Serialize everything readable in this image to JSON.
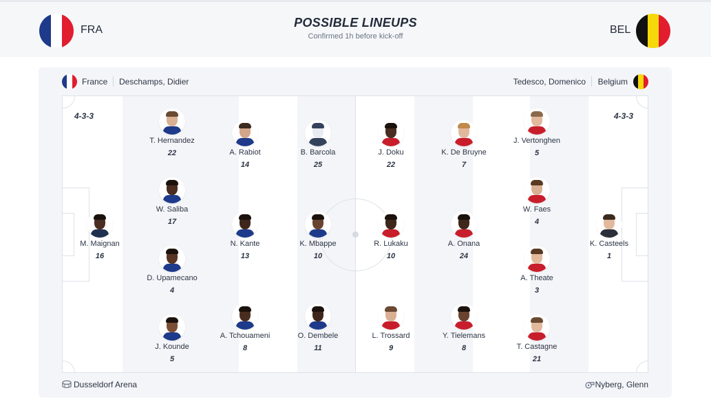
{
  "header": {
    "title": "POSSIBLE LINEUPS",
    "subtitle": "Confirmed 1h before kick-off",
    "home_code": "FRA",
    "away_code": "BEL"
  },
  "teams": {
    "home": {
      "name": "France",
      "coach": "Deschamps, Didier",
      "formation": "4-3-3",
      "flag_colors": [
        "#1e3a8a",
        "#ffffff",
        "#e11d2e"
      ]
    },
    "away": {
      "name": "Belgium",
      "coach": "Tedesco, Domenico",
      "formation": "4-3-3",
      "flag_colors": [
        "#111111",
        "#f5d90a",
        "#e11d2e"
      ]
    }
  },
  "lineup": {
    "home": [
      {
        "name": "M. Maignan",
        "number": "16",
        "skin": "#4a2d20",
        "hair": "#1b120e",
        "shirt": "#20304f"
      },
      {
        "name": "T. Hernandez",
        "number": "22",
        "skin": "#d9b094",
        "hair": "#6a4a33",
        "shirt": "#1e3a8a"
      },
      {
        "name": "W. Saliba",
        "number": "17",
        "skin": "#4a2d20",
        "hair": "#1b120e",
        "shirt": "#1e3a8a"
      },
      {
        "name": "D. Upamecano",
        "number": "4",
        "skin": "#5a3424",
        "hair": "#1b120e",
        "shirt": "#1e3a8a"
      },
      {
        "name": "J. Kounde",
        "number": "5",
        "skin": "#7a4e35",
        "hair": "#1b120e",
        "shirt": "#1e3a8a"
      },
      {
        "name": "A. Rabiot",
        "number": "14",
        "skin": "#d2a68a",
        "hair": "#3b2a1f",
        "shirt": "#1e3a8a"
      },
      {
        "name": "N. Kante",
        "number": "13",
        "skin": "#3e261b",
        "hair": "#1b120e",
        "shirt": "#1e3a8a"
      },
      {
        "name": "A. Tchouameni",
        "number": "8",
        "skin": "#4a2d20",
        "hair": "#1b120e",
        "shirt": "#1e3a8a"
      },
      {
        "name": "B. Barcola",
        "number": "25",
        "skin": "#e8ecf2",
        "hair": "#34435b",
        "shirt": "#34435b"
      },
      {
        "name": "K. Mbappe",
        "number": "10",
        "skin": "#6a4330",
        "hair": "#1b120e",
        "shirt": "#1e3a8a"
      },
      {
        "name": "O. Dembele",
        "number": "11",
        "skin": "#3e261b",
        "hair": "#1b120e",
        "shirt": "#1e3a8a"
      }
    ],
    "away": [
      {
        "name": "J. Doku",
        "number": "22",
        "skin": "#4a2d20",
        "hair": "#1b120e",
        "shirt": "#c81e2b"
      },
      {
        "name": "R. Lukaku",
        "number": "10",
        "skin": "#3e261b",
        "hair": "#1b120e",
        "shirt": "#c81e2b"
      },
      {
        "name": "L. Trossard",
        "number": "9",
        "skin": "#d9b094",
        "hair": "#6a4a33",
        "shirt": "#c81e2b"
      },
      {
        "name": "K. De Bruyne",
        "number": "7",
        "skin": "#e2b99c",
        "hair": "#c08a4a",
        "shirt": "#c81e2b"
      },
      {
        "name": "A. Onana",
        "number": "24",
        "skin": "#3e261b",
        "hair": "#1b120e",
        "shirt": "#c81e2b"
      },
      {
        "name": "Y. Tielemans",
        "number": "8",
        "skin": "#6a4330",
        "hair": "#1b120e",
        "shirt": "#c81e2b"
      },
      {
        "name": "J. Vertonghen",
        "number": "5",
        "skin": "#e2b99c",
        "hair": "#8a6a4a",
        "shirt": "#c81e2b"
      },
      {
        "name": "W. Faes",
        "number": "4",
        "skin": "#d9b094",
        "hair": "#5a3a22",
        "shirt": "#c81e2b"
      },
      {
        "name": "A. Theate",
        "number": "3",
        "skin": "#e2b99c",
        "hair": "#5a3a22",
        "shirt": "#c81e2b"
      },
      {
        "name": "T. Castagne",
        "number": "21",
        "skin": "#e2b99c",
        "hair": "#6a4a33",
        "shirt": "#c81e2b"
      },
      {
        "name": "K. Casteels",
        "number": "1",
        "skin": "#e2b99c",
        "hair": "#3b2a1f",
        "shirt": "#2a2f3a"
      }
    ]
  },
  "footer": {
    "stadium": "Dusseldorf Arena",
    "referee": "Nyberg, Glenn"
  }
}
